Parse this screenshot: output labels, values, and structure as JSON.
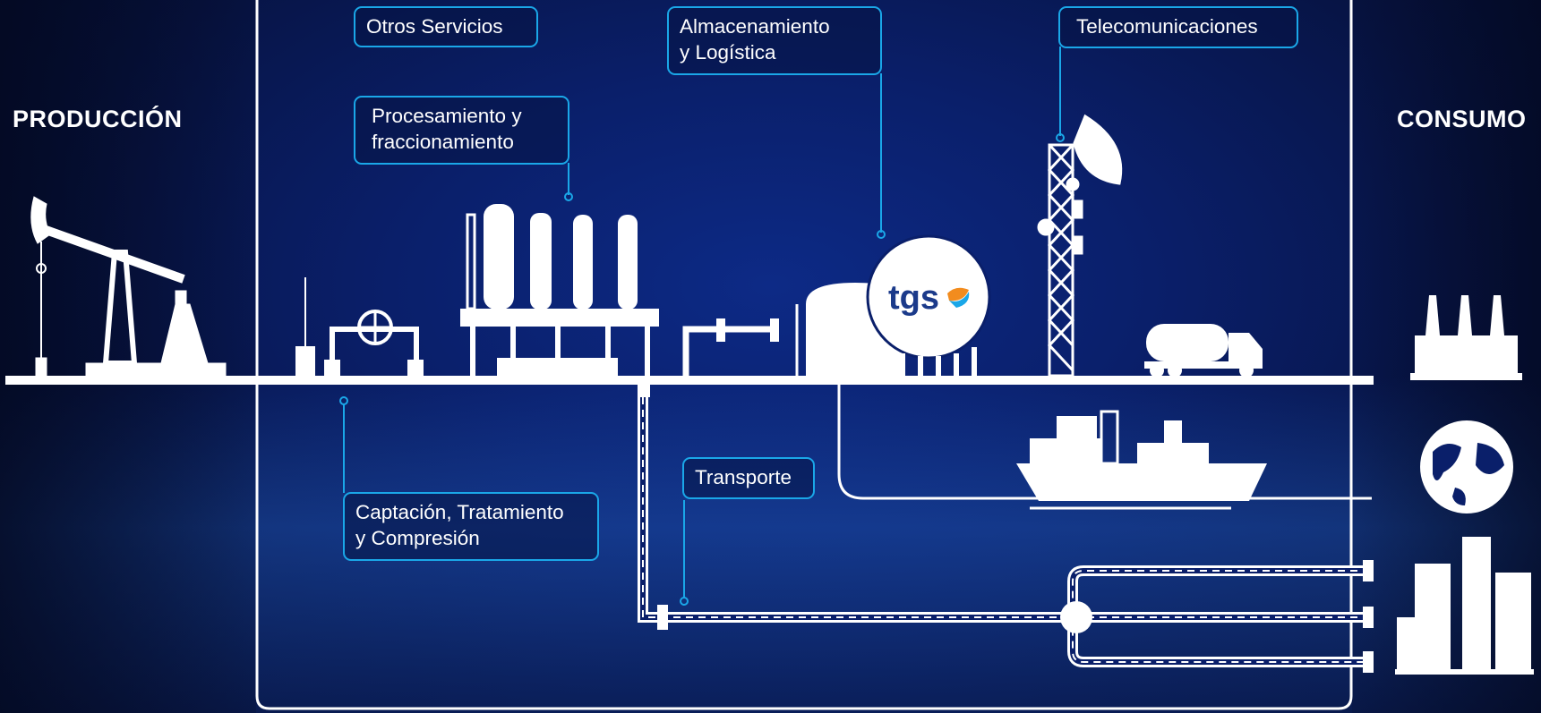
{
  "headings": {
    "left": "PRODUCCIÓN",
    "right": "CONSUMO"
  },
  "labels": {
    "otros_servicios": "Otros Servicios",
    "procesamiento": "Procesamiento y\nfraccionamiento",
    "almacenamiento": "Almacenamiento\ny Logística",
    "telecom": "Telecomunicaciones",
    "captacion": "Captación, Tratamiento\ny Compresión",
    "transporte": "Transporte"
  },
  "logo": {
    "text": "tgs"
  },
  "colors": {
    "accent": "#1aa7e8",
    "line": "#ffffff",
    "background": "#0a1f6a"
  },
  "icons": [
    "oil-pumpjack-icon",
    "valve-station-icon",
    "processing-plant-icon",
    "storage-tank-icon",
    "telecom-tower-icon",
    "tanker-truck-icon",
    "cargo-ship-icon",
    "factory-icon",
    "globe-icon",
    "city-icon"
  ]
}
